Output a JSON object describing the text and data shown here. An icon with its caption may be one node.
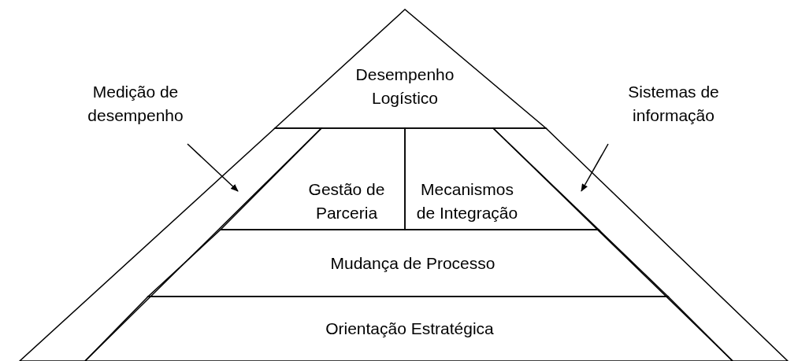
{
  "diagram": {
    "nodes": [
      {
        "text": [
          "Desempenho Logístico"
        ]
      },
      {
        "text": [
          "Gestão de Parceria"
        ]
      },
      {
        "text": [
          "Mecanismos de Integração"
        ]
      },
      {
        "text": [
          "Mudança de Processo"
        ]
      },
      {
        "text": [
          "Orientação Estratégica"
        ]
      },
      {
        "text": [
          "Medição de desempenho"
        ]
      },
      {
        "text": [],
        "shape": "band"
      },
      {
        "text": [
          "Sistemas de informação"
        ]
      },
      {
        "text": [],
        "shape": "band"
      }
    ],
    "edges": [
      {
        "from": 5,
        "to": 6,
        "arrow": "to"
      },
      {
        "from": 7,
        "to": 8,
        "arrow": "to"
      }
    ]
  }
}
